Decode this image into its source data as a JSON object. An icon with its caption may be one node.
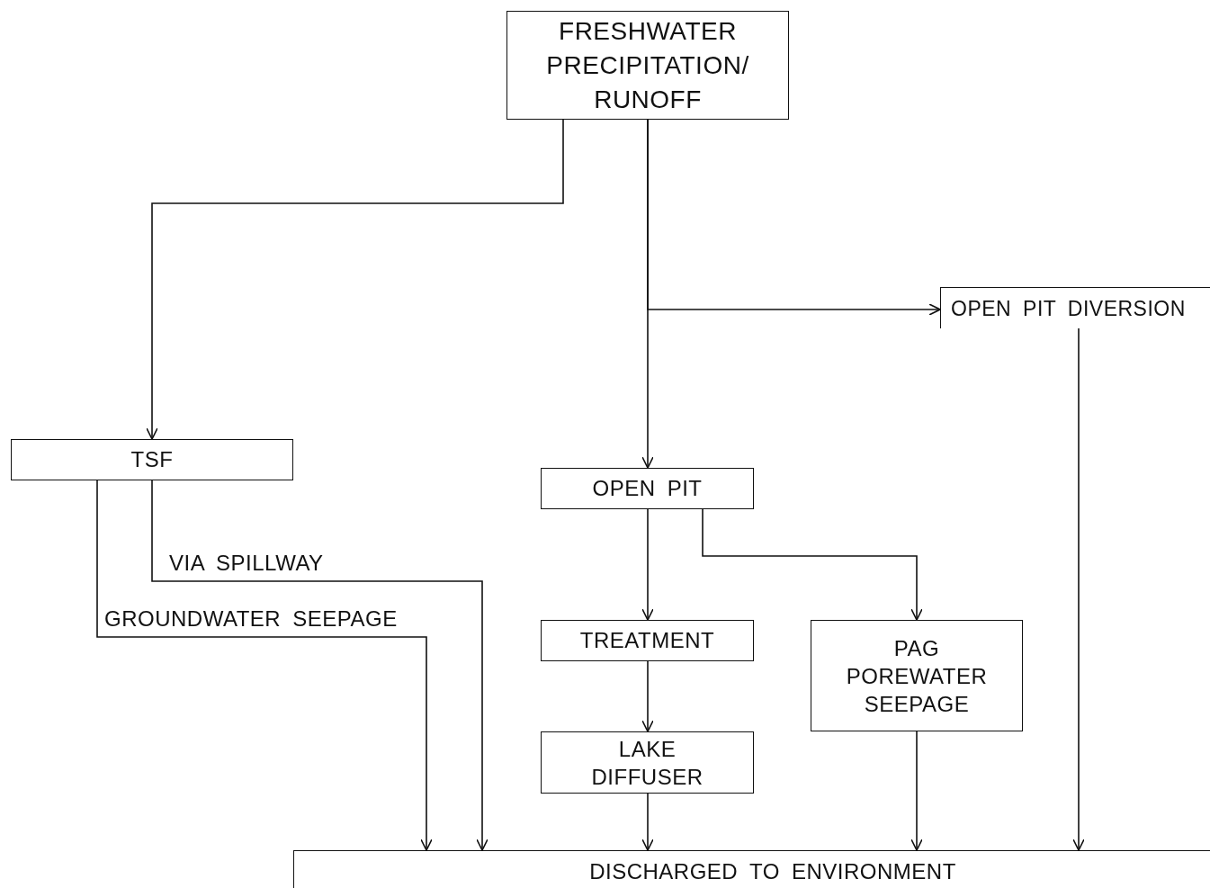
{
  "diagram": {
    "nodes": [
      {
        "text": [
          "FRESHWATER PRECIPITATION/ RUNOFF"
        ]
      },
      {
        "text": [
          "OPEN PIT DIVERSION"
        ]
      },
      {
        "text": [
          "TSF"
        ]
      },
      {
        "text": [
          "OPEN PIT"
        ]
      },
      {
        "text": [
          "TREATMENT"
        ]
      },
      {
        "text": [
          "PAG POREWATER SEEPAGE"
        ]
      },
      {
        "text": [
          "LAKE DIFFUSER"
        ]
      },
      {
        "text": [
          "DISCHARGED TO ENVIRONMENT"
        ]
      }
    ],
    "edges": [
      {
        "from": 0,
        "to": 2,
        "arrow": "to"
      },
      {
        "from": 0,
        "to": 3,
        "arrow": "to"
      },
      {
        "from": 0,
        "to": 1,
        "arrow": "to"
      },
      {
        "from": 2,
        "to": 7,
        "label": "GROUNDWATER SEEPAGE",
        "arrow": "to"
      },
      {
        "from": 2,
        "to": 7,
        "label": "VIA SPILLWAY",
        "arrow": "to"
      },
      {
        "from": 3,
        "to": 4,
        "arrow": "to"
      },
      {
        "from": 3,
        "to": 5,
        "arrow": "to"
      },
      {
        "from": 4,
        "to": 6,
        "arrow": "to"
      },
      {
        "from": 6,
        "to": 7,
        "arrow": "to"
      },
      {
        "from": 5,
        "to": 7,
        "arrow": "to"
      },
      {
        "from": 1,
        "to": 7,
        "arrow": "to"
      }
    ]
  }
}
